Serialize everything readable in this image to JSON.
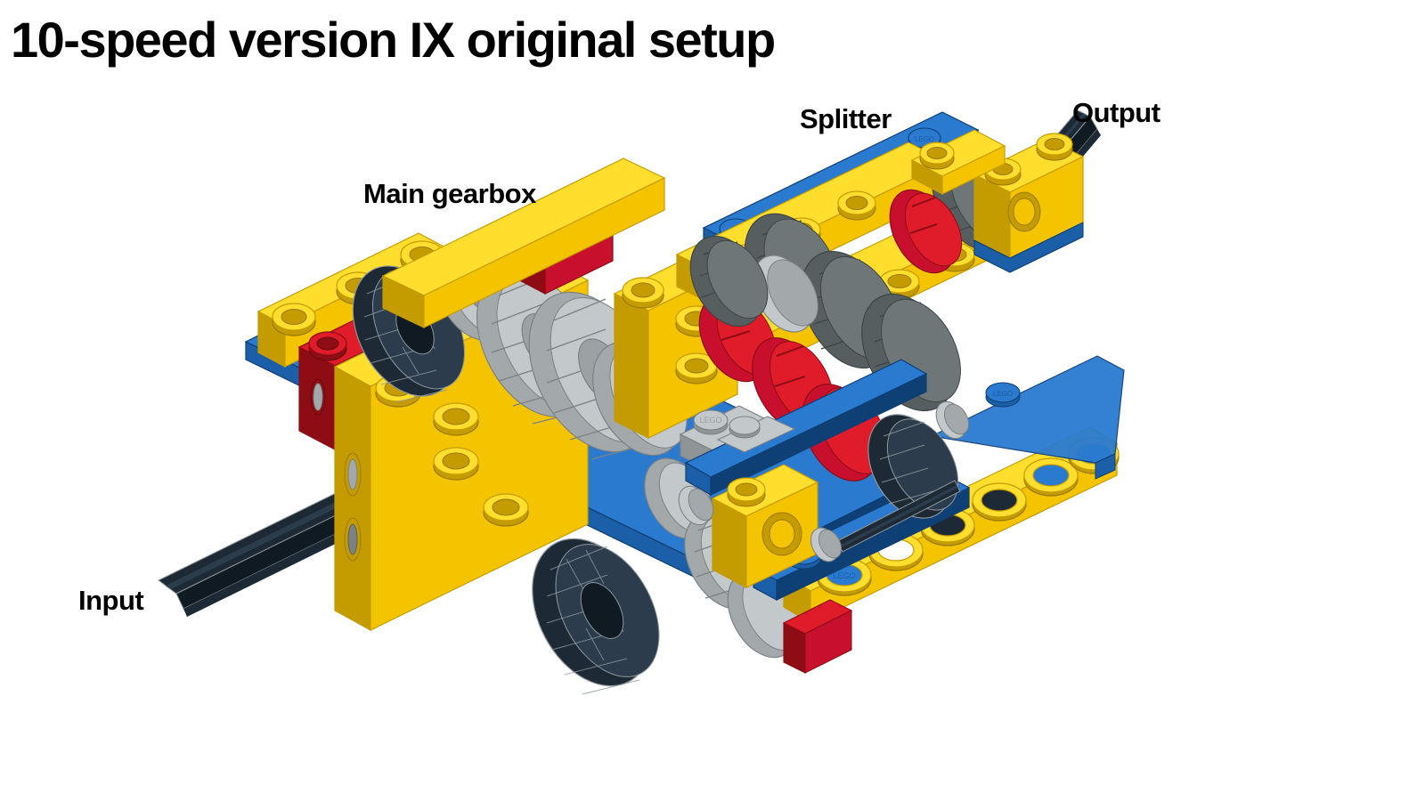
{
  "title": "10-speed version IX original setup",
  "labels": {
    "main_gearbox": "Main gearbox",
    "splitter": "Splitter",
    "output": "Output",
    "input": "Input"
  },
  "model": {
    "subject": "LEGO Technic 10-speed gearbox CAD render",
    "background": "#FFFFFF",
    "colors": {
      "yellow": "#F5C400",
      "yellow_light": "#FFDE2E",
      "yellow_dark": "#C59C00",
      "red": "#C8102E",
      "red_light": "#E01B2A",
      "red_dark": "#8E0C14",
      "blue": "#1A5FA8",
      "blue_light": "#2A7AD0",
      "blue_dark": "#0E3F75",
      "grey": "#A3A9AB",
      "grey_light": "#C3C8CA",
      "grey_dark": "#7C8284",
      "dkgrey": "#565E60",
      "dkgrey_light": "#6E7678",
      "dkgrey_dark": "#3E4546",
      "black": "#1D2A36",
      "black_light": "#2C3C4C",
      "black_dark": "#101A22",
      "outline": "#8D969B"
    }
  }
}
